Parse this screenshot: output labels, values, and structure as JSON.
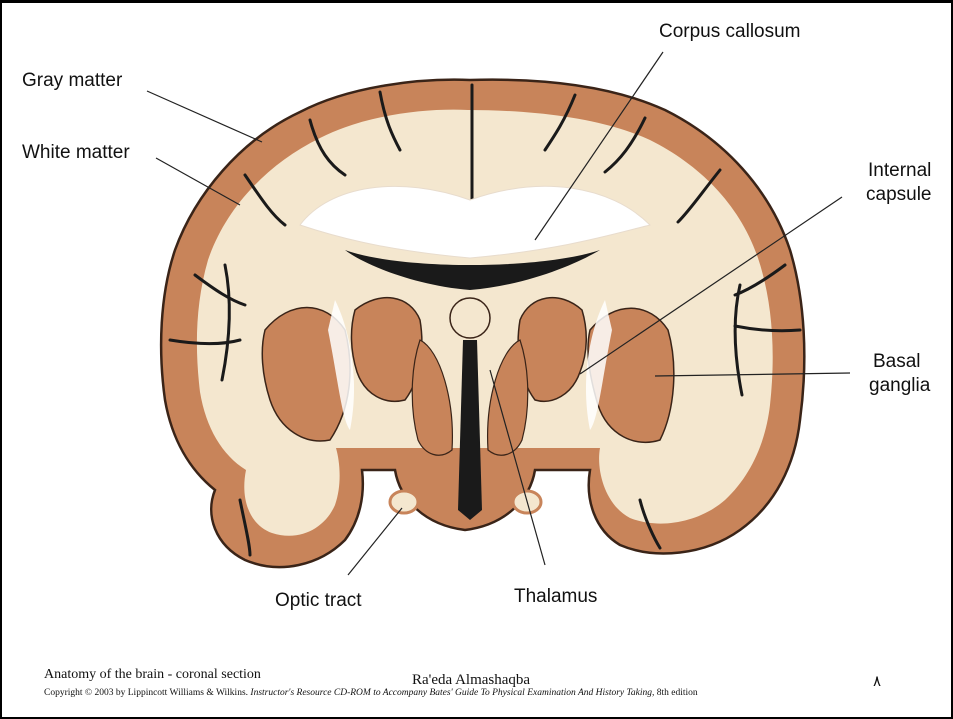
{
  "labels": {
    "gray_matter": "Gray matter",
    "white_matter": "White matter",
    "corpus_callosum": "Corpus callosum",
    "internal_capsule_line1": "Internal",
    "internal_capsule_line2": "capsule",
    "basal_ganglia_line1": "Basal",
    "basal_ganglia_line2": "ganglia",
    "optic_tract": "Optic tract",
    "thalamus": "Thalamus"
  },
  "footer": {
    "caption": "Anatomy of the brain - coronal section",
    "author": "Ra'eda Almashaqba",
    "page_number": "٨",
    "copyright_prefix": "Copyright © 2003 by Lippincott Williams & Wilkins. ",
    "copyright_italic": "Instructor's Resource CD-ROM to Accompany Bates' Guide To Physical Examination And History Taking,",
    "copyright_suffix": " 8th edition"
  },
  "colors": {
    "gray_matter": "#c8845a",
    "white_matter": "#f4e7cf",
    "fiber": "#ffffff",
    "ventricle": "#1a1a1a",
    "outline": "#3a2418"
  }
}
